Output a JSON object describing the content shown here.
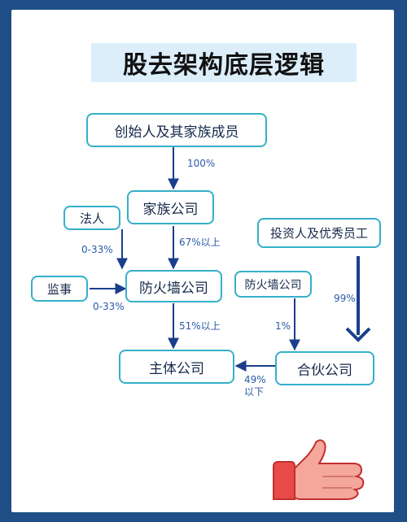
{
  "title": "股去架构底层逻辑",
  "nodes": {
    "family_founder": "创始人及其家族成员",
    "family_company": "家族公司",
    "legal_person": "法人",
    "firewall_main": "防火墙公司",
    "supervisor": "监事",
    "investors": "投资人及优秀员工",
    "firewall_small": "防火墙公司",
    "main_company": "主体公司",
    "partnership": "合伙公司"
  },
  "edges": {
    "founder_to_family": "100%",
    "legal_to_firewall": "0-33%",
    "family_to_firewall": "67%以上",
    "supervisor_to_firewall": "0-33%",
    "investors_to_partnership": "99%",
    "firewall_to_main": "51%以上",
    "firewall_small_to_partnership": "1%",
    "partnership_to_main_line1": "49%",
    "partnership_to_main_line2": "以下"
  },
  "colors": {
    "background_border": "#1f4f86",
    "header_band": "#dceefa",
    "node_border": "#35b0c9",
    "arrow": "#1b3e8c",
    "label": "#2a5aa8"
  }
}
